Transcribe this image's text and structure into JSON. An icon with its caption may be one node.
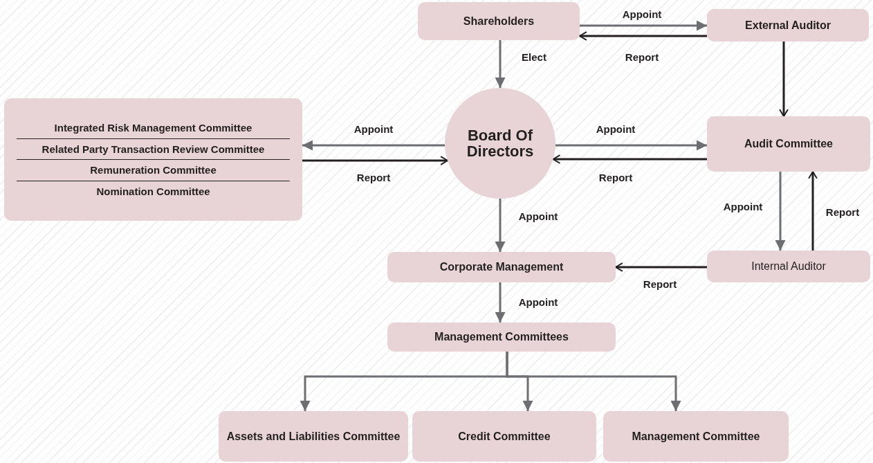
{
  "diagram": {
    "nodes": [
      {
        "text": [
          "Shareholders"
        ]
      },
      {
        "text": [
          "External Auditor"
        ]
      },
      {
        "text": [
          "Integrated Risk Management Committee",
          "Related Party Transaction Review Committee",
          "Remuneration Committee",
          "Nomination Committee"
        ]
      },
      {
        "text": [
          "Board Of Directors"
        ]
      },
      {
        "text": [
          "Audit Committee"
        ]
      },
      {
        "text": [
          "Corporate Management"
        ]
      },
      {
        "text": [
          "Internal Auditor"
        ]
      },
      {
        "text": [
          "Management Committees"
        ]
      },
      {
        "text": [
          "Assets and Liabilities Committee"
        ]
      },
      {
        "text": [
          "Credit Committee"
        ]
      },
      {
        "text": [
          "Management Committee"
        ]
      }
    ],
    "edges": [
      {
        "from": 0,
        "to": 1,
        "arrow": "to",
        "label": "Appoint"
      },
      {
        "from": 1,
        "to": 0,
        "arrow": "to",
        "label": "Report",
        "color": "#231f20"
      },
      {
        "from": 0,
        "to": 3,
        "arrow": "to",
        "label": "Elect"
      },
      {
        "from": 3,
        "to": 2,
        "arrow": "to",
        "label": "Appoint"
      },
      {
        "from": 2,
        "to": 3,
        "arrow": "to",
        "label": "Report",
        "color": "#231f20"
      },
      {
        "from": 3,
        "to": 4,
        "arrow": "to",
        "label": "Appoint"
      },
      {
        "from": 4,
        "to": 3,
        "arrow": "to",
        "label": "Report",
        "color": "#231f20"
      },
      {
        "from": 1,
        "to": 4,
        "arrow": "to",
        "color": "#231f20"
      },
      {
        "from": 3,
        "to": 5,
        "arrow": "to",
        "label": "Appoint"
      },
      {
        "from": 4,
        "to": 6,
        "arrow": "to",
        "label": "Appoint"
      },
      {
        "from": 6,
        "to": 4,
        "arrow": "to",
        "label": "Report",
        "color": "#231f20"
      },
      {
        "from": 6,
        "to": 5,
        "arrow": "to",
        "label": "Report",
        "color": "#231f20"
      },
      {
        "from": 5,
        "to": 7,
        "arrow": "to",
        "label": "Appoint"
      },
      {
        "from": 7,
        "to": 8,
        "arrow": "to"
      },
      {
        "from": 7,
        "to": 9,
        "arrow": "to"
      },
      {
        "from": 7,
        "to": 10,
        "arrow": "to"
      }
    ]
  }
}
